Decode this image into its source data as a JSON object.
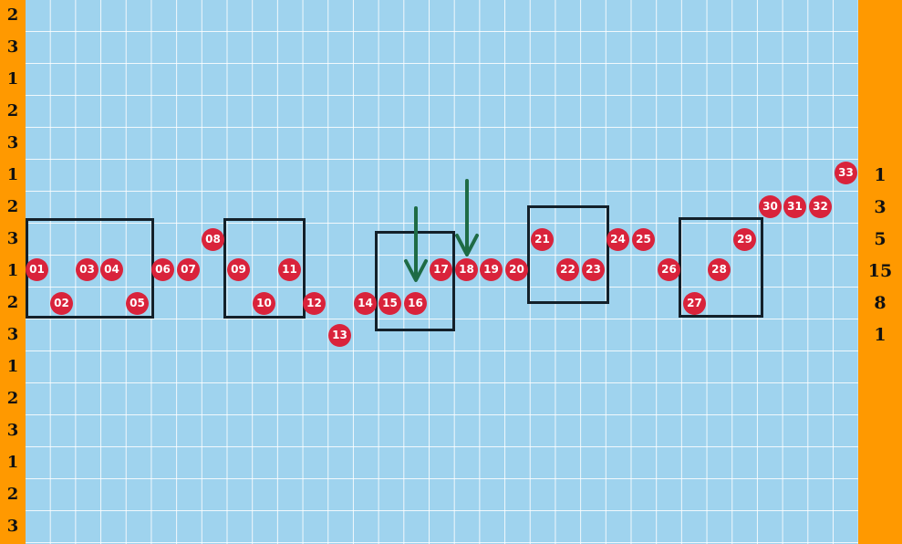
{
  "left_numbers": [
    "2",
    "3",
    "1",
    "2",
    "3",
    "1",
    "2",
    "3",
    "1",
    "2",
    "3",
    "1",
    "2",
    "3",
    "1",
    "2",
    "3"
  ],
  "right_numbers": [
    "1",
    "3",
    "5",
    "15",
    "8",
    "1"
  ],
  "balls": [
    "01",
    "02",
    "03",
    "04",
    "05",
    "06",
    "07",
    "08",
    "09",
    "10",
    "11",
    "12",
    "13",
    "14",
    "15",
    "16",
    "17",
    "18",
    "19",
    "20",
    "21",
    "22",
    "23",
    "24",
    "25",
    "26",
    "27",
    "28",
    "29",
    "30",
    "31",
    "32",
    "33"
  ],
  "colors": {
    "column": "#ff9900",
    "board": "#9fd3ee",
    "ball": "#d9233b",
    "arrow": "#1e6b45",
    "box_border": "#13202a"
  }
}
